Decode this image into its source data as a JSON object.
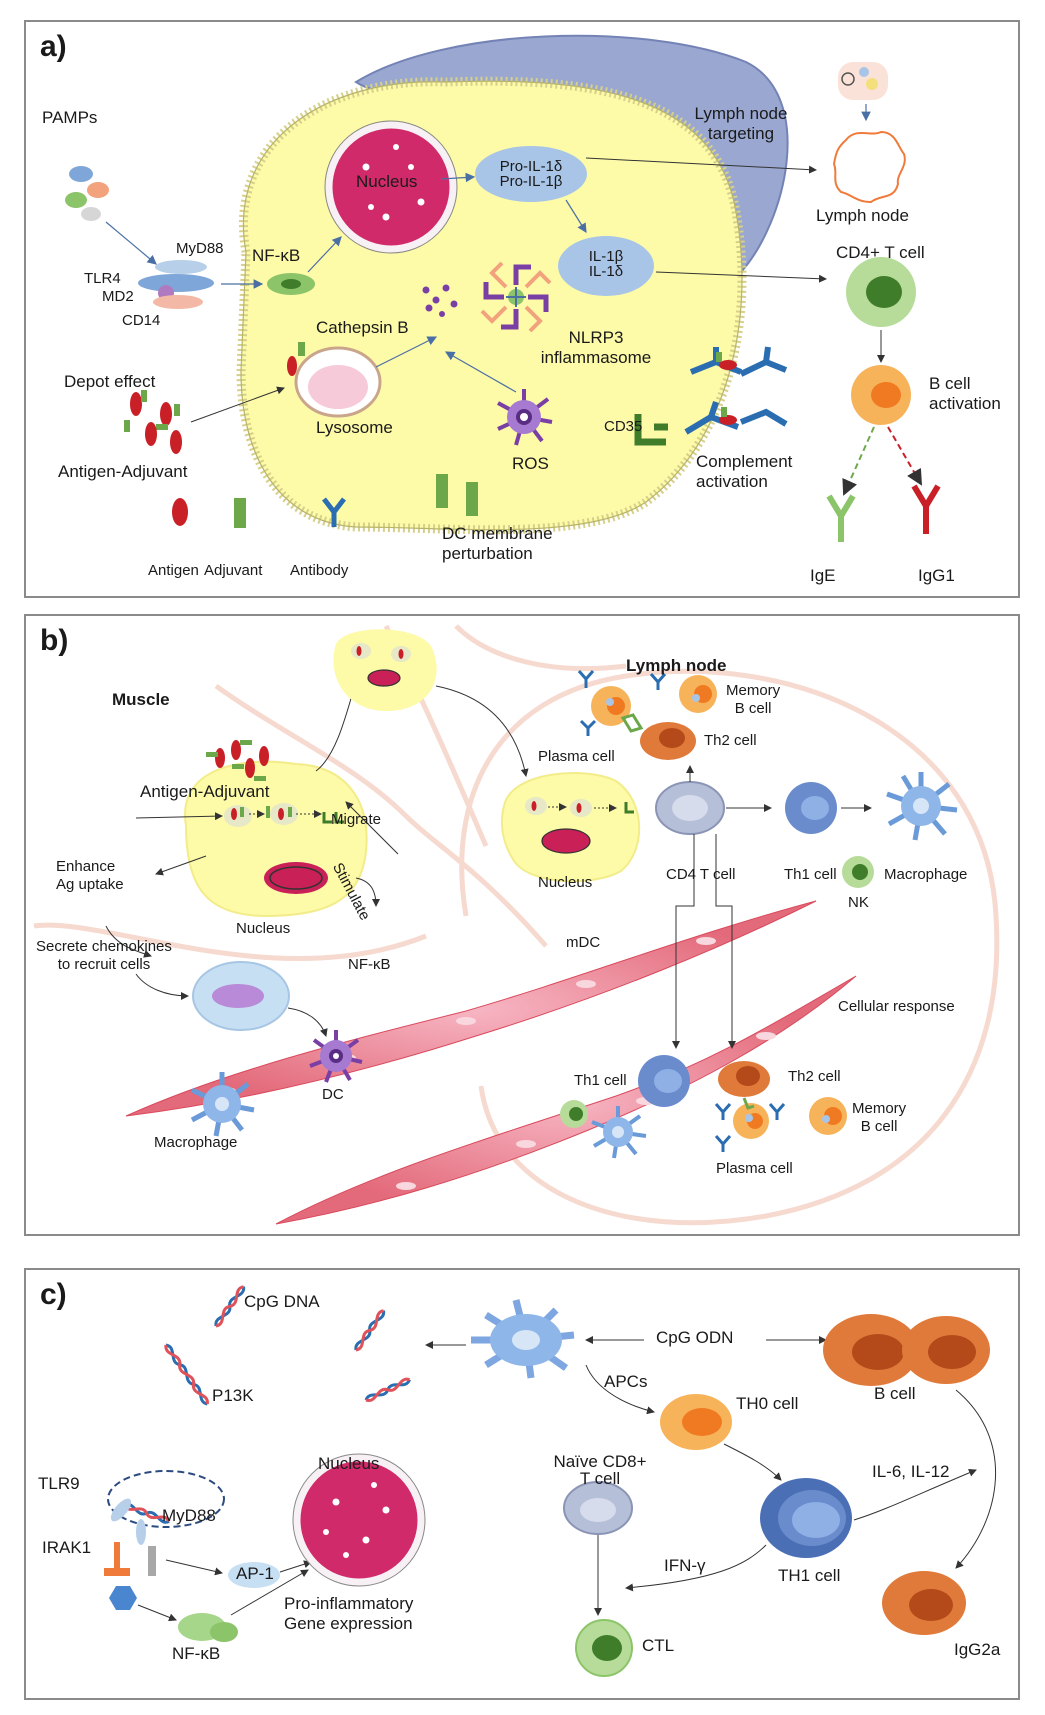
{
  "panel_a": {
    "letter": "a)",
    "pamps": "PAMPs",
    "myd88": "MyD88",
    "tlr4": "TLR4",
    "md2": "MD2",
    "cd14": "CD14",
    "nfkb": "NF-κB",
    "nucleus": "Nucleus",
    "pro_il_line1": "Pro-IL-1δ",
    "pro_il_line2": "Pro-IL-1β",
    "il_line1": "IL-1β",
    "il_line2": "IL-1δ",
    "lymph_targeting_line1": "Lymph node",
    "lymph_targeting_line2": "targeting",
    "lymph_node": "Lymph node",
    "cd4_t_cell": "CD4+ T cell",
    "cathepsin": "Cathepsin B",
    "nlrp3_line1": "NLRP3",
    "nlrp3_line2": "inflammasome",
    "depot": "Depot effect",
    "lysosome": "Lysosome",
    "antigen_adjuvant": "Antigen-Adjuvant",
    "ros": "ROS",
    "cd35": "CD35",
    "complement_line1": "Complement",
    "complement_line2": "activation",
    "b_cell_line1": "B cell",
    "b_cell_line2": "activation",
    "dc_membrane_line1": "DC membrane",
    "dc_membrane_line2": "perturbation",
    "ige": "IgE",
    "igg1": "IgG1",
    "legend": {
      "antigen": "Antigen",
      "adjuvant": "Adjuvant",
      "antibody": "Antibody"
    }
  },
  "panel_b": {
    "letter": "b)",
    "muscle": "Muscle",
    "lymph_node": "Lymph node",
    "memory_b_line1": "Memory",
    "memory_b_line2": "B cell",
    "plasma_cell": "Plasma cell",
    "th2_cell": "Th2 cell",
    "antigen_adjuvant": "Antigen-Adjuvant",
    "migrate": "Migrate",
    "stimulate": "Stimulate",
    "enhance_line1": "Enhance",
    "enhance_line2": "Ag uptake",
    "nucleus": "Nucleus",
    "cd4_t_cell": "CD4 T cell",
    "th1_cell": "Th1 cell",
    "macrophage": "Macrophage",
    "secrete_line1": "Secrete chemokines",
    "secrete_line2": "to recruit cells",
    "nfkb": "NF-κB",
    "mdc": "mDC",
    "nk": "NK",
    "cellular_response": "Cellular response",
    "dc": "DC"
  },
  "panel_c": {
    "letter": "c)",
    "cpg_dna": "CpG DNA",
    "p13k": "P13K",
    "cpg_odn": "CpG ODN",
    "apcs": "APCs",
    "th0_cell": "TH0 cell",
    "b_cell": "B cell",
    "tlr9": "TLR9",
    "myd88": "MyD88",
    "irak1": "IRAK1",
    "ap1": "AP-1",
    "nucleus": "Nucleus",
    "naive_line1": "Naïve CD8+",
    "naive_line2": "T cell",
    "il6_il12": "IL-6, IL-12",
    "ifn_gamma": "IFN-γ",
    "th1_cell": "TH1 cell",
    "pro_inf_line1": "Pro-inflammatory",
    "pro_inf_line2": "Gene expression",
    "nfkb": "NF-κB",
    "ctl": "CTL",
    "igg2a": "IgG2a"
  }
}
